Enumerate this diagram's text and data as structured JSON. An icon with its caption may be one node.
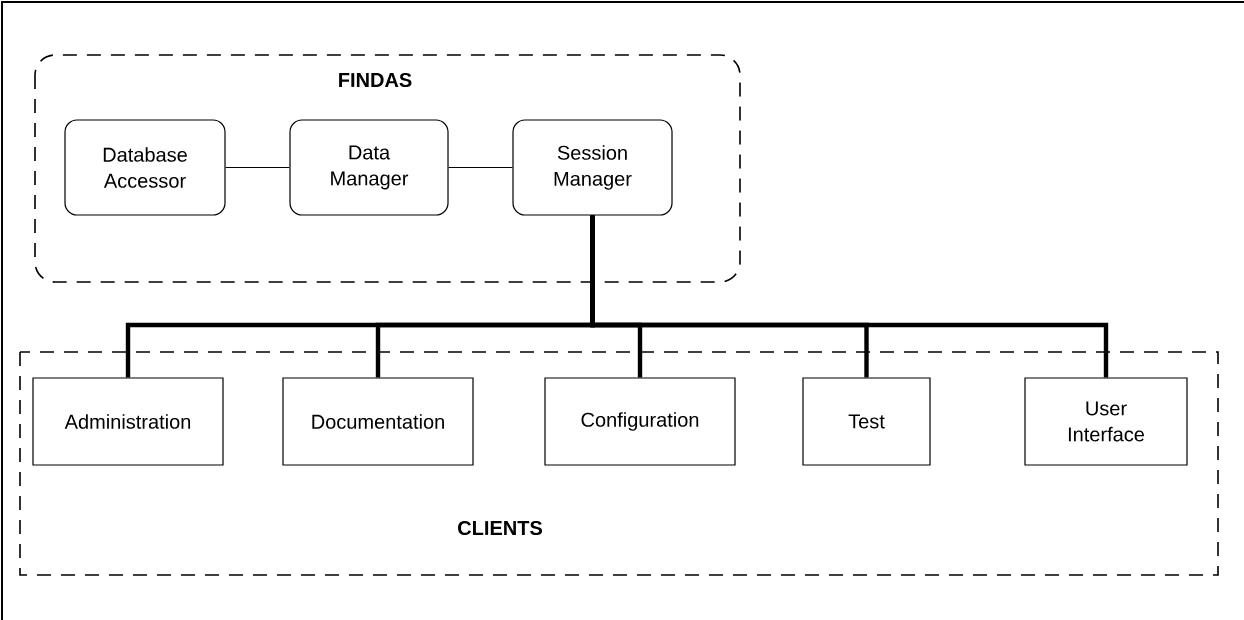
{
  "diagram": {
    "nodes": [
      {
        "text": [
          "FINDAS"
        ]
      },
      {
        "text": [
          "Database Accessor"
        ],
        "in": 0
      },
      {
        "text": [
          "Data Manager"
        ],
        "in": 0
      },
      {
        "text": [
          "Session Manager"
        ],
        "in": 0
      },
      {
        "text": [
          "CLIENTS"
        ]
      },
      {
        "text": [
          "Administration"
        ],
        "in": 4
      },
      {
        "text": [
          "Documentation"
        ],
        "in": 4
      },
      {
        "text": [
          "Configuration"
        ],
        "in": 4
      },
      {
        "text": [
          "Test"
        ],
        "in": 4
      },
      {
        "text": [
          "User Interface"
        ],
        "in": 4
      }
    ],
    "edges": [
      {
        "from": 1,
        "to": 2,
        "arrow": "none"
      },
      {
        "from": 2,
        "to": 3,
        "arrow": "none"
      },
      {
        "from": 3,
        "to": 5,
        "arrow": "none"
      },
      {
        "from": 3,
        "to": 6,
        "arrow": "none"
      },
      {
        "from": 3,
        "to": 7,
        "arrow": "none"
      },
      {
        "from": 3,
        "to": 8,
        "arrow": "none"
      },
      {
        "from": 3,
        "to": 9,
        "arrow": "none"
      }
    ]
  }
}
